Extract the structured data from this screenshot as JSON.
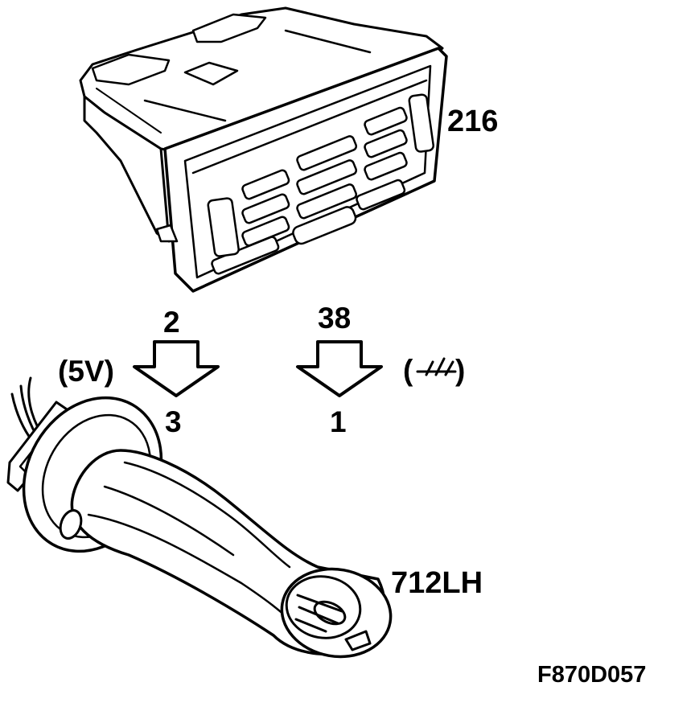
{
  "labels": {
    "control_unit": "216",
    "pin_left_top": "2",
    "pin_left_bottom": "3",
    "pin_right_top": "38",
    "pin_right_bottom": "1",
    "voltage": "(5V)",
    "ground_open": "(",
    "ground_close": ")",
    "sensor": "712LH",
    "figure_code": "F870D057"
  },
  "icons": {
    "arrow_left": "down-arrow-icon",
    "arrow_right": "down-arrow-icon",
    "ground": "ground-symbol-icon"
  }
}
